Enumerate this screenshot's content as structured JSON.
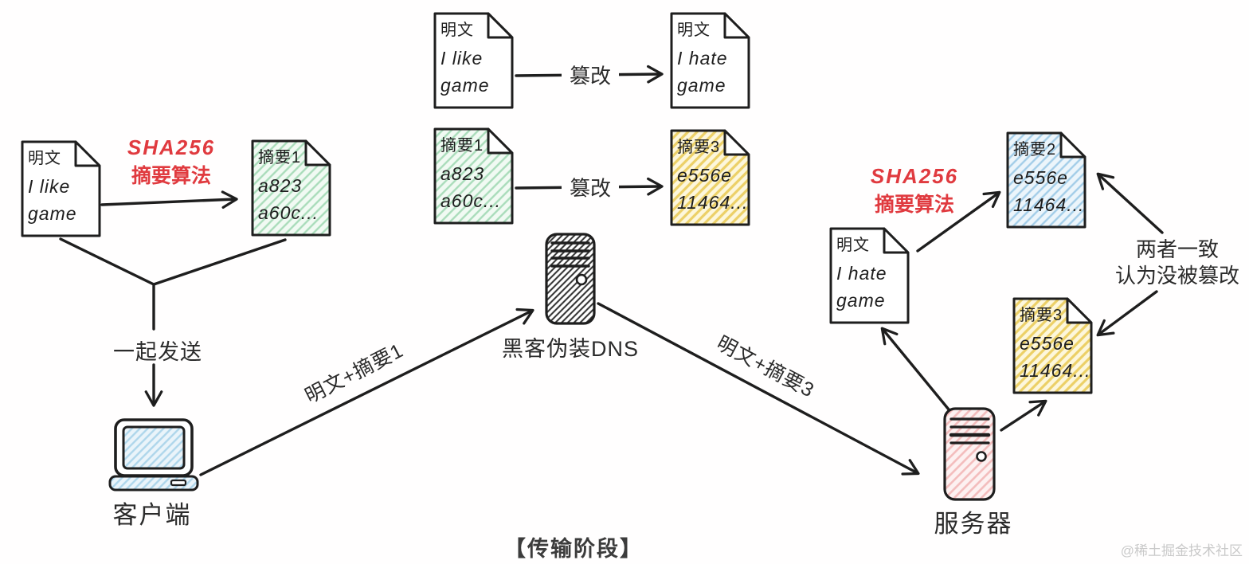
{
  "caption": "【传输阶段】",
  "watermark": "@稀土掘金技术社区",
  "colors": {
    "stroke": "#1e1e1e",
    "accent_red": "#e03a3f",
    "text": "#2b2b2b",
    "green_fill": "#f1faf3",
    "green_hatch": "#a9dcba",
    "yellow_fill": "#fdf7dc",
    "yellow_hatch": "#ecd067",
    "blue_fill": "#ecf5fb",
    "blue_hatch": "#a3cde8",
    "pink_fill": "#fdf1f1",
    "pink_hatch": "#f3bcbc",
    "screen_fill": "#eaf4fa",
    "screen_hatch": "#aed6eb",
    "dark_hatch": "#2e2e2e",
    "watermark_color": "#c9c9c9"
  },
  "docs": {
    "left_plain": {
      "title": "明文",
      "lines": [
        "I like",
        "game"
      ]
    },
    "left_digest": {
      "title": "摘要1",
      "lines": [
        "a823",
        "a60c..."
      ]
    },
    "mid_plain_before": {
      "title": "明文",
      "lines": [
        "I like",
        "game"
      ]
    },
    "mid_plain_after": {
      "title": "明文",
      "lines": [
        "I hate",
        "game"
      ]
    },
    "mid_digest_before": {
      "title": "摘要1",
      "lines": [
        "a823",
        "a60c..."
      ]
    },
    "mid_digest_after": {
      "title": "摘要3",
      "lines": [
        "e556e",
        "11464..."
      ]
    },
    "right_plain": {
      "title": "明文",
      "lines": [
        "I hate",
        "game"
      ]
    },
    "right_digest2": {
      "title": "摘要2",
      "lines": [
        "e556e",
        "11464..."
      ]
    },
    "right_digest3": {
      "title": "摘要3",
      "lines": [
        "e556e",
        "11464..."
      ]
    }
  },
  "annotations": {
    "sha256_left_1": "SHA256",
    "sha256_left_2": "摘要算法",
    "sha256_right_1": "SHA256",
    "sha256_right_2": "摘要算法",
    "tamper_top": "篡改",
    "tamper_mid": "篡改",
    "send_together": "一起发送",
    "edge_label_1": "明文+摘要1",
    "edge_label_3": "明文+摘要3",
    "match_note_1": "两者一致",
    "match_note_2": "认为没被篡改"
  },
  "nodes": {
    "client_label": "客户端",
    "hacker_label": "黑客伪装DNS",
    "server_label": "服务器"
  }
}
